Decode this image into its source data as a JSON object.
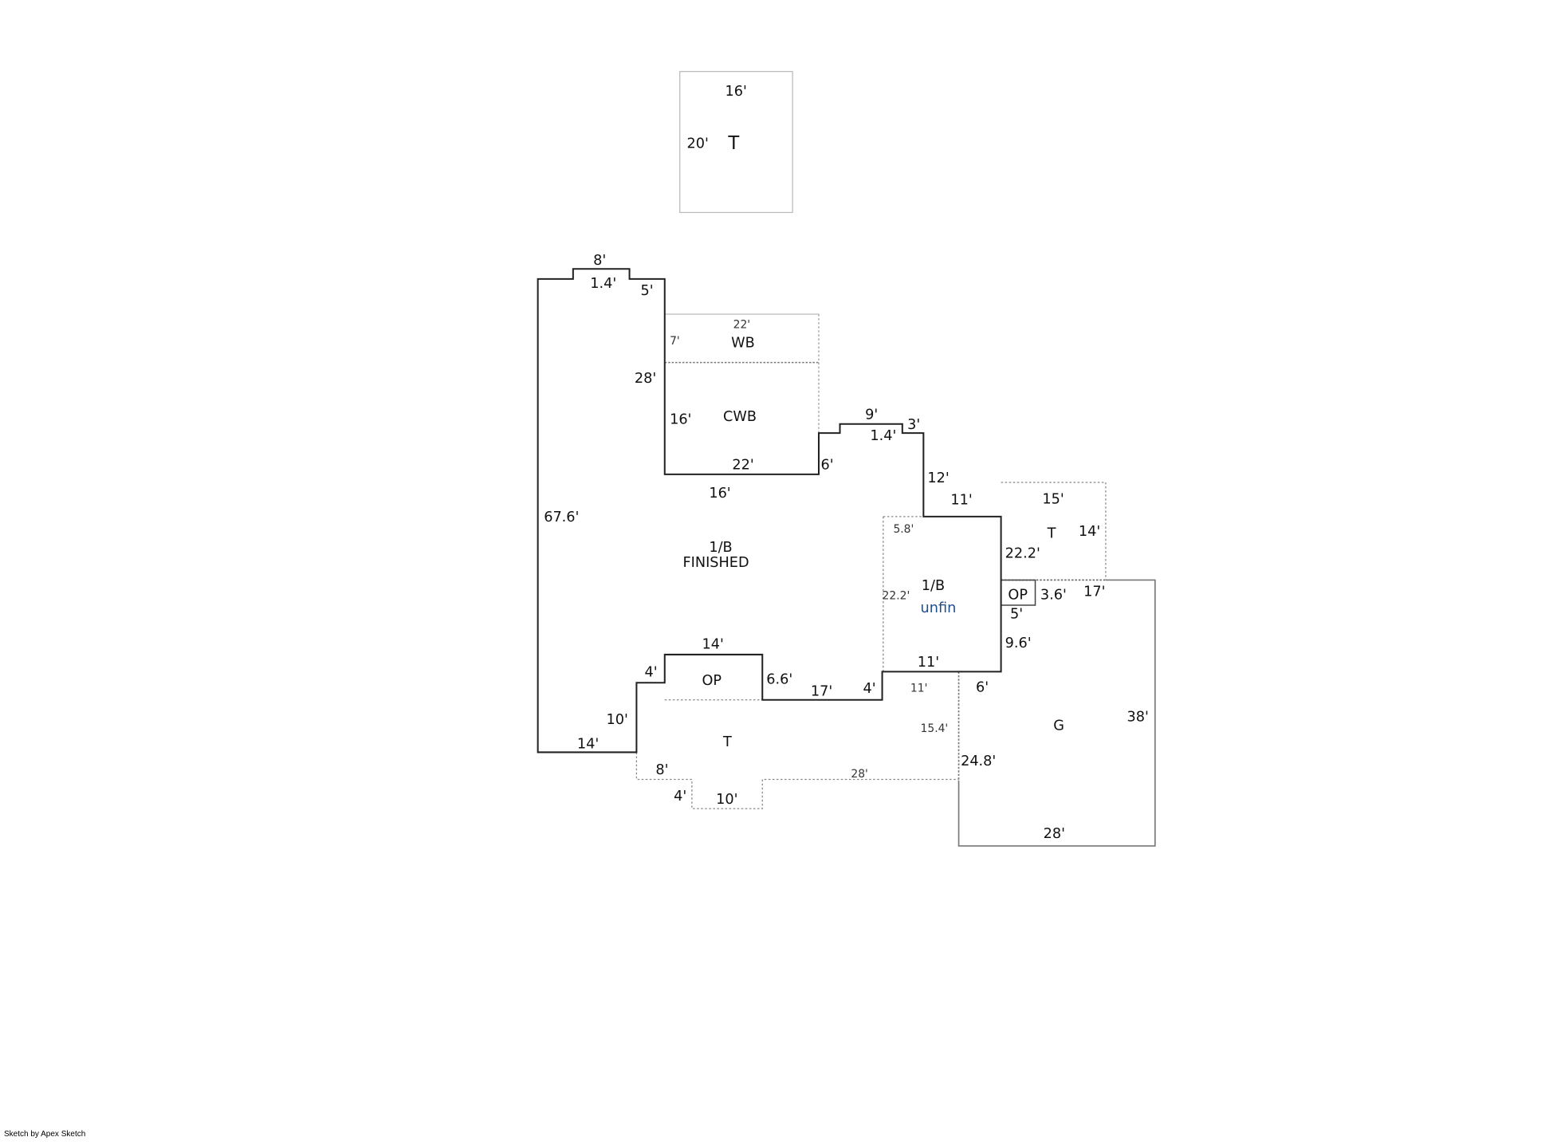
{
  "footer": {
    "credit": "Sketch by Apex Sketch"
  },
  "colors": {
    "outline": "#222222",
    "light": "#aaaaaa",
    "unfin": "#1f4e8c"
  },
  "areas": {
    "top_terrace": {
      "label": "T",
      "dims": [
        "16'",
        "20'"
      ]
    },
    "wb": {
      "label": "WB",
      "dims": [
        "22'",
        "7'"
      ]
    },
    "cwb": {
      "label": "CWB",
      "dims": [
        "16'",
        "22'"
      ]
    },
    "main": {
      "label1": "1/B",
      "label2": "FINISHED",
      "dims": [
        "8'",
        "1.4'",
        "5'",
        "28'",
        "16'",
        "67.6'",
        "6'",
        "9'",
        "1.4'",
        "3'",
        "12'",
        "11'",
        "22.2'",
        "9.6'",
        "11'",
        "4'",
        "17'",
        "6.6'",
        "14'",
        "4'",
        "10'",
        "14'"
      ]
    },
    "unfin": {
      "label1": "1/B",
      "label2": "unfin",
      "dims": [
        "5.8'",
        "22.2'"
      ]
    },
    "op_front": {
      "label": "OP"
    },
    "terrace_right": {
      "label": "T",
      "dims": [
        "15'",
        "14'",
        "17'"
      ]
    },
    "op_small": {
      "label": "OP",
      "dims": [
        "3.6'",
        "5'"
      ]
    },
    "garage": {
      "label": "G",
      "dims": [
        "6'",
        "38'",
        "24.8'",
        "28'"
      ]
    },
    "terrace_bottom": {
      "label": "T",
      "dims": [
        "11'",
        "15.4'",
        "28'",
        "8'",
        "4'",
        "10'"
      ]
    }
  }
}
